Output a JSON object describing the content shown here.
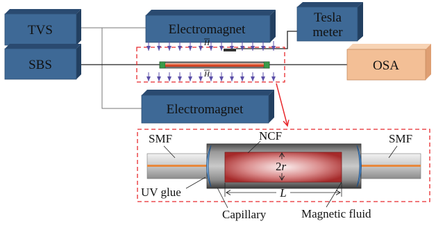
{
  "devices": {
    "tvs": "TVS",
    "sbs": "SBS",
    "electromagnet_top": "Electromagnet",
    "electromagnet_bottom": "Electromagnet",
    "tesla_meter_line1": "Tesla",
    "tesla_meter_line2": "meter",
    "osa": "OSA"
  },
  "field_symbol_top": "H",
  "field_symbol_bottom": "H",
  "detail": {
    "smf_left": "SMF",
    "smf_right": "SMF",
    "ncf": "NCF",
    "diameter_number": "2",
    "diameter_var": "r",
    "length_var": "L",
    "uv_glue": "UV glue",
    "capillary": "Capillary",
    "magnetic_fluid": "Magnetic fluid"
  },
  "colors": {
    "box_front": "#3e6996",
    "box_top": "#2a4a70",
    "box_side": "#223f60",
    "osa_front": "#f3bf96",
    "osa_top": "#f7d3b4",
    "osa_side": "#de9e72",
    "arrow": "#5b4fa8",
    "dashed": "#e8292d",
    "fiber_core": "#e8883c",
    "magnetic_fluid": "#b83c3c"
  }
}
